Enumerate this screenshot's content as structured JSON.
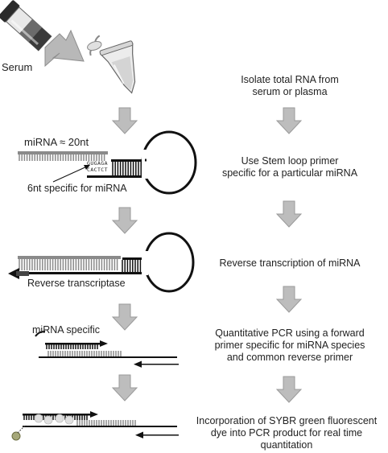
{
  "figure": {
    "labels": {
      "serum": "Serum",
      "mirna_length": "miRNA ≈ 20nt",
      "specific_6nt": "6nt specific for miRNA",
      "reverse_transcriptase": "Reverse transcriptase",
      "mirna_specific": "miRNA specific",
      "seq_top": "GUGAGA",
      "seq_bottom": "CACTCT"
    },
    "steps": [
      {
        "lines": [
          "Isolate total RNA from",
          "serum or plasma"
        ]
      },
      {
        "lines": [
          "Use Stem loop primer",
          "specific for a particular miRNA"
        ]
      },
      {
        "lines": [
          "Reverse transcription of miRNA"
        ]
      },
      {
        "lines": [
          "Quantitative PCR using a forward",
          "primer specific for miRNA species",
          "and common reverse primer"
        ]
      },
      {
        "lines": [
          "Incorporation of SYBR green fluorescent",
          "dye into PCR product for real time",
          "quantitation"
        ]
      }
    ]
  }
}
